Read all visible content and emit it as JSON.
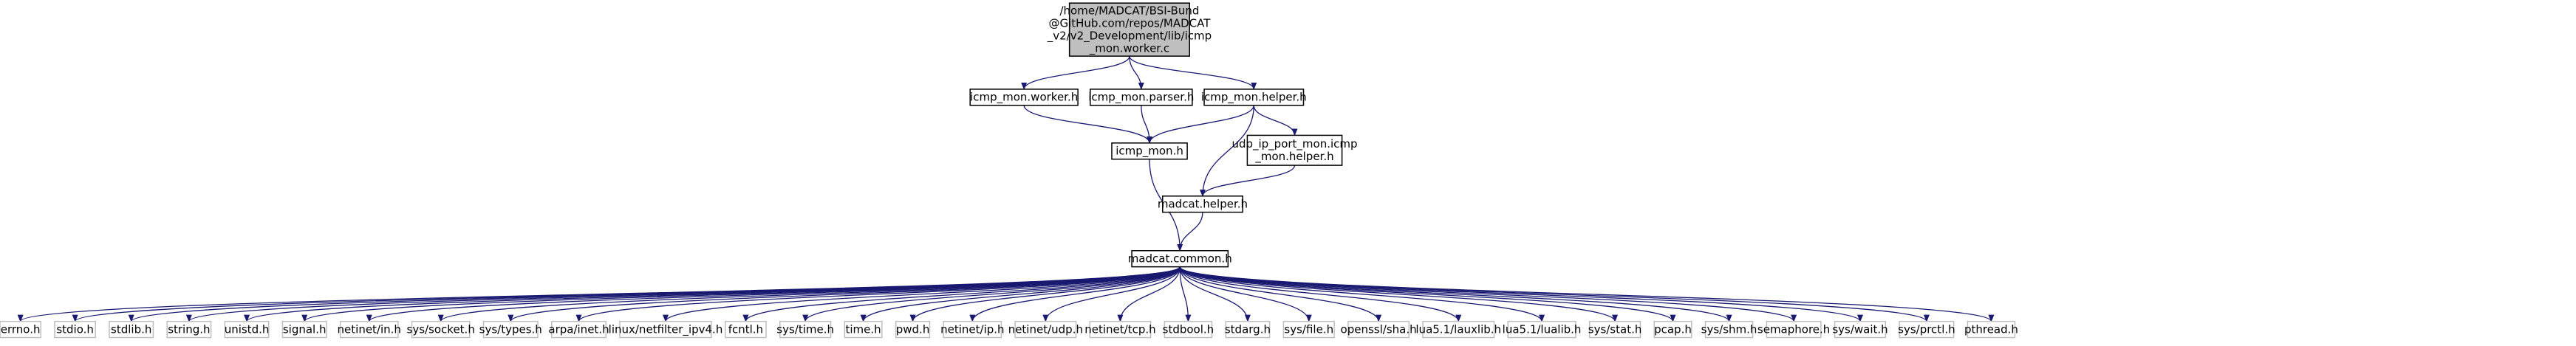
{
  "colors": {
    "root_fill": "#bfbfbf",
    "root_stroke": "#000000",
    "node_stroke": "#000000",
    "leaf_stroke": "#bfbfbf",
    "edge": "#191970",
    "label": "#000000",
    "leaf_label": "#000000"
  },
  "nodes": [
    {
      "id": "root",
      "name": "file-node-icmp-mon-worker-c",
      "kind": "root",
      "lines": [
        "/home/MADCAT/BSI-Bund",
        "@GitHub.com/repos/MADCAT",
        "_v2/v2_Development/lib/icmp",
        "_mon.worker.c"
      ]
    },
    {
      "id": "worker_h",
      "name": "file-node-icmp-mon-worker-h",
      "kind": "inner",
      "lines": [
        "icmp_mon.worker.h"
      ]
    },
    {
      "id": "parser_h",
      "name": "file-node-icmp-mon-parser-h",
      "kind": "inner",
      "lines": [
        "icmp_mon.parser.h"
      ]
    },
    {
      "id": "helper_h",
      "name": "file-node-icmp-mon-helper-h",
      "kind": "inner",
      "lines": [
        "icmp_mon.helper.h"
      ]
    },
    {
      "id": "icmp_mon_h",
      "name": "file-node-icmp-mon-h",
      "kind": "inner",
      "lines": [
        "icmp_mon.h"
      ]
    },
    {
      "id": "udp_helper_h",
      "name": "file-node-udp-ip-port-mon-icmp-mon-helper-h",
      "kind": "inner",
      "lines": [
        "udp_ip_port_mon.icmp",
        "_mon.helper.h"
      ]
    },
    {
      "id": "madcat_helper_h",
      "name": "file-node-madcat-helper-h",
      "kind": "inner",
      "lines": [
        "madcat.helper.h"
      ]
    },
    {
      "id": "madcat_common_h",
      "name": "file-node-madcat-common-h",
      "kind": "inner",
      "lines": [
        "madcat.common.h"
      ]
    },
    {
      "id": "l0",
      "name": "file-node-errno-h",
      "kind": "leaf",
      "lines": [
        "errno.h"
      ]
    },
    {
      "id": "l1",
      "name": "file-node-stdio-h",
      "kind": "leaf",
      "lines": [
        "stdio.h"
      ]
    },
    {
      "id": "l2",
      "name": "file-node-stdlib-h",
      "kind": "leaf",
      "lines": [
        "stdlib.h"
      ]
    },
    {
      "id": "l3",
      "name": "file-node-string-h",
      "kind": "leaf",
      "lines": [
        "string.h"
      ]
    },
    {
      "id": "l4",
      "name": "file-node-unistd-h",
      "kind": "leaf",
      "lines": [
        "unistd.h"
      ]
    },
    {
      "id": "l5",
      "name": "file-node-signal-h",
      "kind": "leaf",
      "lines": [
        "signal.h"
      ]
    },
    {
      "id": "l6",
      "name": "file-node-netinet-in-h",
      "kind": "leaf",
      "lines": [
        "netinet/in.h"
      ]
    },
    {
      "id": "l7",
      "name": "file-node-sys-socket-h",
      "kind": "leaf",
      "lines": [
        "sys/socket.h"
      ]
    },
    {
      "id": "l8",
      "name": "file-node-sys-types-h",
      "kind": "leaf",
      "lines": [
        "sys/types.h"
      ]
    },
    {
      "id": "l9",
      "name": "file-node-arpa-inet-h",
      "kind": "leaf",
      "lines": [
        "arpa/inet.h"
      ]
    },
    {
      "id": "l10",
      "name": "file-node-linux-netfilter-ipv4-h",
      "kind": "leaf",
      "lines": [
        "linux/netfilter_ipv4.h"
      ]
    },
    {
      "id": "l11",
      "name": "file-node-fcntl-h",
      "kind": "leaf",
      "lines": [
        "fcntl.h"
      ]
    },
    {
      "id": "l12",
      "name": "file-node-sys-time-h",
      "kind": "leaf",
      "lines": [
        "sys/time.h"
      ]
    },
    {
      "id": "l13",
      "name": "file-node-time-h",
      "kind": "leaf",
      "lines": [
        "time.h"
      ]
    },
    {
      "id": "l14",
      "name": "file-node-pwd-h",
      "kind": "leaf",
      "lines": [
        "pwd.h"
      ]
    },
    {
      "id": "l15",
      "name": "file-node-netinet-ip-h",
      "kind": "leaf",
      "lines": [
        "netinet/ip.h"
      ]
    },
    {
      "id": "l16",
      "name": "file-node-netinet-udp-h",
      "kind": "leaf",
      "lines": [
        "netinet/udp.h"
      ]
    },
    {
      "id": "l17",
      "name": "file-node-netinet-tcp-h",
      "kind": "leaf",
      "lines": [
        "netinet/tcp.h"
      ]
    },
    {
      "id": "l18",
      "name": "file-node-stdbool-h",
      "kind": "leaf",
      "lines": [
        "stdbool.h"
      ]
    },
    {
      "id": "l19",
      "name": "file-node-stdarg-h",
      "kind": "leaf",
      "lines": [
        "stdarg.h"
      ]
    },
    {
      "id": "l20",
      "name": "file-node-sys-file-h",
      "kind": "leaf",
      "lines": [
        "sys/file.h"
      ]
    },
    {
      "id": "l21",
      "name": "file-node-openssl-sha-h",
      "kind": "leaf",
      "lines": [
        "openssl/sha.h"
      ]
    },
    {
      "id": "l22",
      "name": "file-node-lua5-1-lauxlib-h",
      "kind": "leaf",
      "lines": [
        "lua5.1/lauxlib.h"
      ]
    },
    {
      "id": "l23",
      "name": "file-node-lua5-1-lualib-h",
      "kind": "leaf",
      "lines": [
        "lua5.1/lualib.h"
      ]
    },
    {
      "id": "l24",
      "name": "file-node-sys-stat-h",
      "kind": "leaf",
      "lines": [
        "sys/stat.h"
      ]
    },
    {
      "id": "l25",
      "name": "file-node-pcap-h",
      "kind": "leaf",
      "lines": [
        "pcap.h"
      ]
    },
    {
      "id": "l26",
      "name": "file-node-sys-shm-h",
      "kind": "leaf",
      "lines": [
        "sys/shm.h"
      ]
    },
    {
      "id": "l27",
      "name": "file-node-semaphore-h",
      "kind": "leaf",
      "lines": [
        "semaphore.h"
      ]
    },
    {
      "id": "l28",
      "name": "file-node-sys-wait-h",
      "kind": "leaf",
      "lines": [
        "sys/wait.h"
      ]
    },
    {
      "id": "l29",
      "name": "file-node-sys-prctl-h",
      "kind": "leaf",
      "lines": [
        "sys/prctl.h"
      ]
    },
    {
      "id": "l30",
      "name": "file-node-pthread-h",
      "kind": "leaf",
      "lines": [
        "pthread.h"
      ]
    }
  ],
  "edges": [
    [
      "root",
      "worker_h"
    ],
    [
      "root",
      "parser_h"
    ],
    [
      "root",
      "helper_h"
    ],
    [
      "worker_h",
      "icmp_mon_h"
    ],
    [
      "parser_h",
      "icmp_mon_h"
    ],
    [
      "helper_h",
      "icmp_mon_h"
    ],
    [
      "helper_h",
      "udp_helper_h"
    ],
    [
      "helper_h",
      "madcat_helper_h"
    ],
    [
      "udp_helper_h",
      "madcat_helper_h"
    ],
    [
      "icmp_mon_h",
      "madcat_common_h"
    ],
    [
      "madcat_helper_h",
      "madcat_common_h"
    ],
    [
      "madcat_common_h",
      "l0"
    ],
    [
      "madcat_common_h",
      "l1"
    ],
    [
      "madcat_common_h",
      "l2"
    ],
    [
      "madcat_common_h",
      "l3"
    ],
    [
      "madcat_common_h",
      "l4"
    ],
    [
      "madcat_common_h",
      "l5"
    ],
    [
      "madcat_common_h",
      "l6"
    ],
    [
      "madcat_common_h",
      "l7"
    ],
    [
      "madcat_common_h",
      "l8"
    ],
    [
      "madcat_common_h",
      "l9"
    ],
    [
      "madcat_common_h",
      "l10"
    ],
    [
      "madcat_common_h",
      "l11"
    ],
    [
      "madcat_common_h",
      "l12"
    ],
    [
      "madcat_common_h",
      "l13"
    ],
    [
      "madcat_common_h",
      "l14"
    ],
    [
      "madcat_common_h",
      "l15"
    ],
    [
      "madcat_common_h",
      "l16"
    ],
    [
      "madcat_common_h",
      "l17"
    ],
    [
      "madcat_common_h",
      "l18"
    ],
    [
      "madcat_common_h",
      "l19"
    ],
    [
      "madcat_common_h",
      "l20"
    ],
    [
      "madcat_common_h",
      "l21"
    ],
    [
      "madcat_common_h",
      "l22"
    ],
    [
      "madcat_common_h",
      "l23"
    ],
    [
      "madcat_common_h",
      "l24"
    ],
    [
      "madcat_common_h",
      "l25"
    ],
    [
      "madcat_common_h",
      "l26"
    ],
    [
      "madcat_common_h",
      "l27"
    ],
    [
      "madcat_common_h",
      "l28"
    ],
    [
      "madcat_common_h",
      "l29"
    ],
    [
      "madcat_common_h",
      "l30"
    ]
  ]
}
